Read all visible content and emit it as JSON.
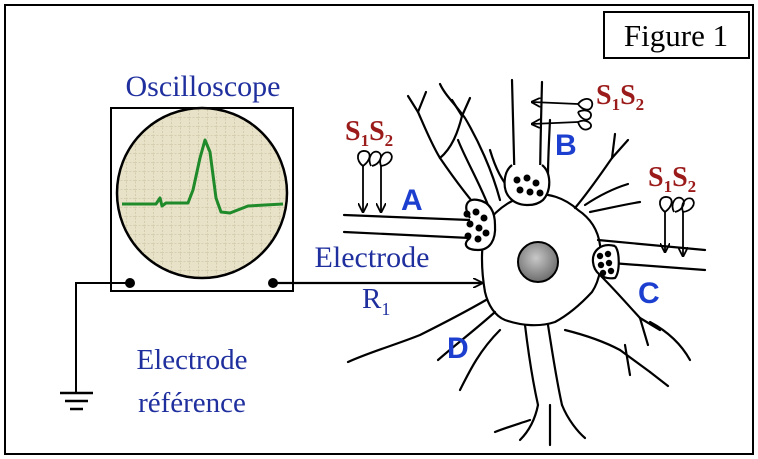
{
  "figure_label": "Figure 1",
  "oscilloscope_label": "Oscilloscope",
  "electrode_label": "Electrode",
  "electrode_r_main": "R",
  "electrode_r_sub": "1",
  "reference_line1": "Electrode",
  "reference_line2": "référence",
  "synapses": {
    "A": "A",
    "B": "B",
    "C": "C",
    "D": "D"
  },
  "stimuli": {
    "s1_main": "S",
    "s1_sub": "1",
    "s2_main": "S",
    "s2_sub": "2"
  },
  "colors": {
    "label_blue": "#1f2f9e",
    "letter_blue": "#1d3fd0",
    "stimulus_red": "#9b1b1b",
    "trace_green": "#1f8a2a",
    "screen_fill": "#e8e2c8",
    "soma_fill": "#9a9a9a"
  }
}
